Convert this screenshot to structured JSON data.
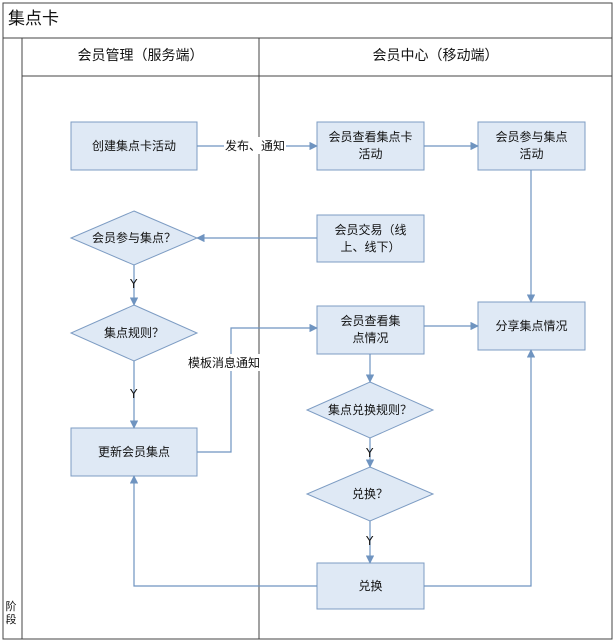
{
  "title": "集点卡",
  "phase_label": "阶段",
  "lanes": {
    "left": "会员管理（服务端）",
    "right": "会员中心（移动端）"
  },
  "nodes": {
    "create": "创建集点卡活动",
    "view_card": "会员查看集点卡活动",
    "join": "会员参与集点活动",
    "trade": "会员交易（线上、线下）",
    "decision_join": "会员参与集点？",
    "view_points": "会员查看集点情况",
    "share": "分享集点情况",
    "decision_rule": "集点规则？",
    "update": "更新会员集点",
    "decision_exchange_rule": "集点兑换规则？",
    "decision_exchange": "兑换？",
    "exchange": "兑换"
  },
  "edge_labels": {
    "publish": "发布、通知",
    "template": "模板消息通知",
    "y1": "Y",
    "y2": "Y",
    "y3": "Y",
    "y4": "Y"
  },
  "colors": {
    "box_fill": "#dfe9f5",
    "box_stroke": "#7d9cc3",
    "arrow": "#6f94c0",
    "frame": "#444444"
  }
}
